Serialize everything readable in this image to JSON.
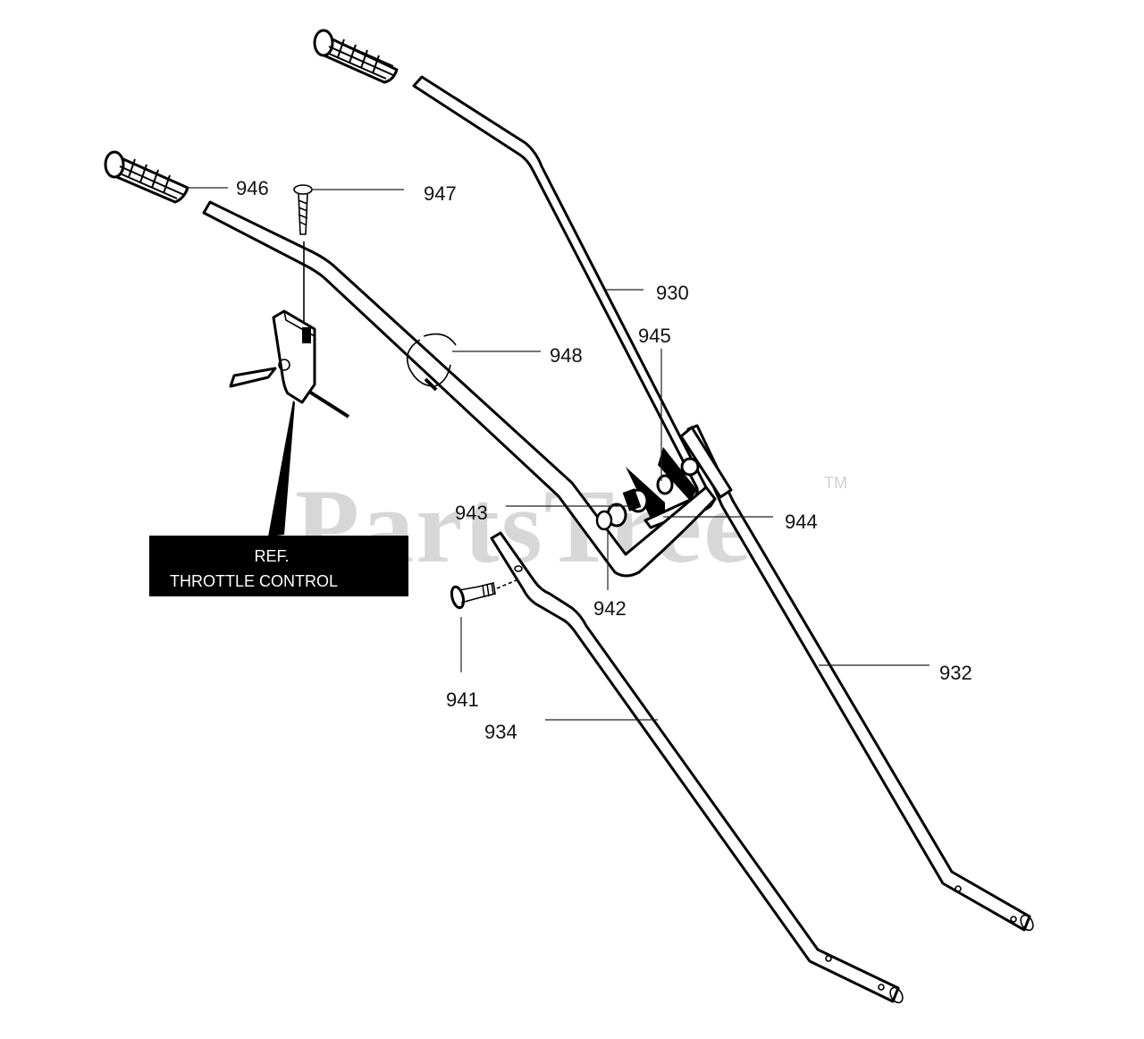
{
  "watermark": {
    "brand": "PartsTree",
    "trademark": "TM"
  },
  "ref_box": {
    "line1": "REF.",
    "line2": "THROTTLE CONTROL"
  },
  "labels": {
    "p930": "930",
    "p932": "932",
    "p934": "934",
    "p941": "941",
    "p942": "942",
    "p943": "943",
    "p944": "944",
    "p945": "945",
    "p946": "946",
    "p947": "947",
    "p948": "948"
  },
  "colors": {
    "line": "#000000",
    "watermark": "#d7d7d7",
    "ref_bg": "#000000"
  }
}
